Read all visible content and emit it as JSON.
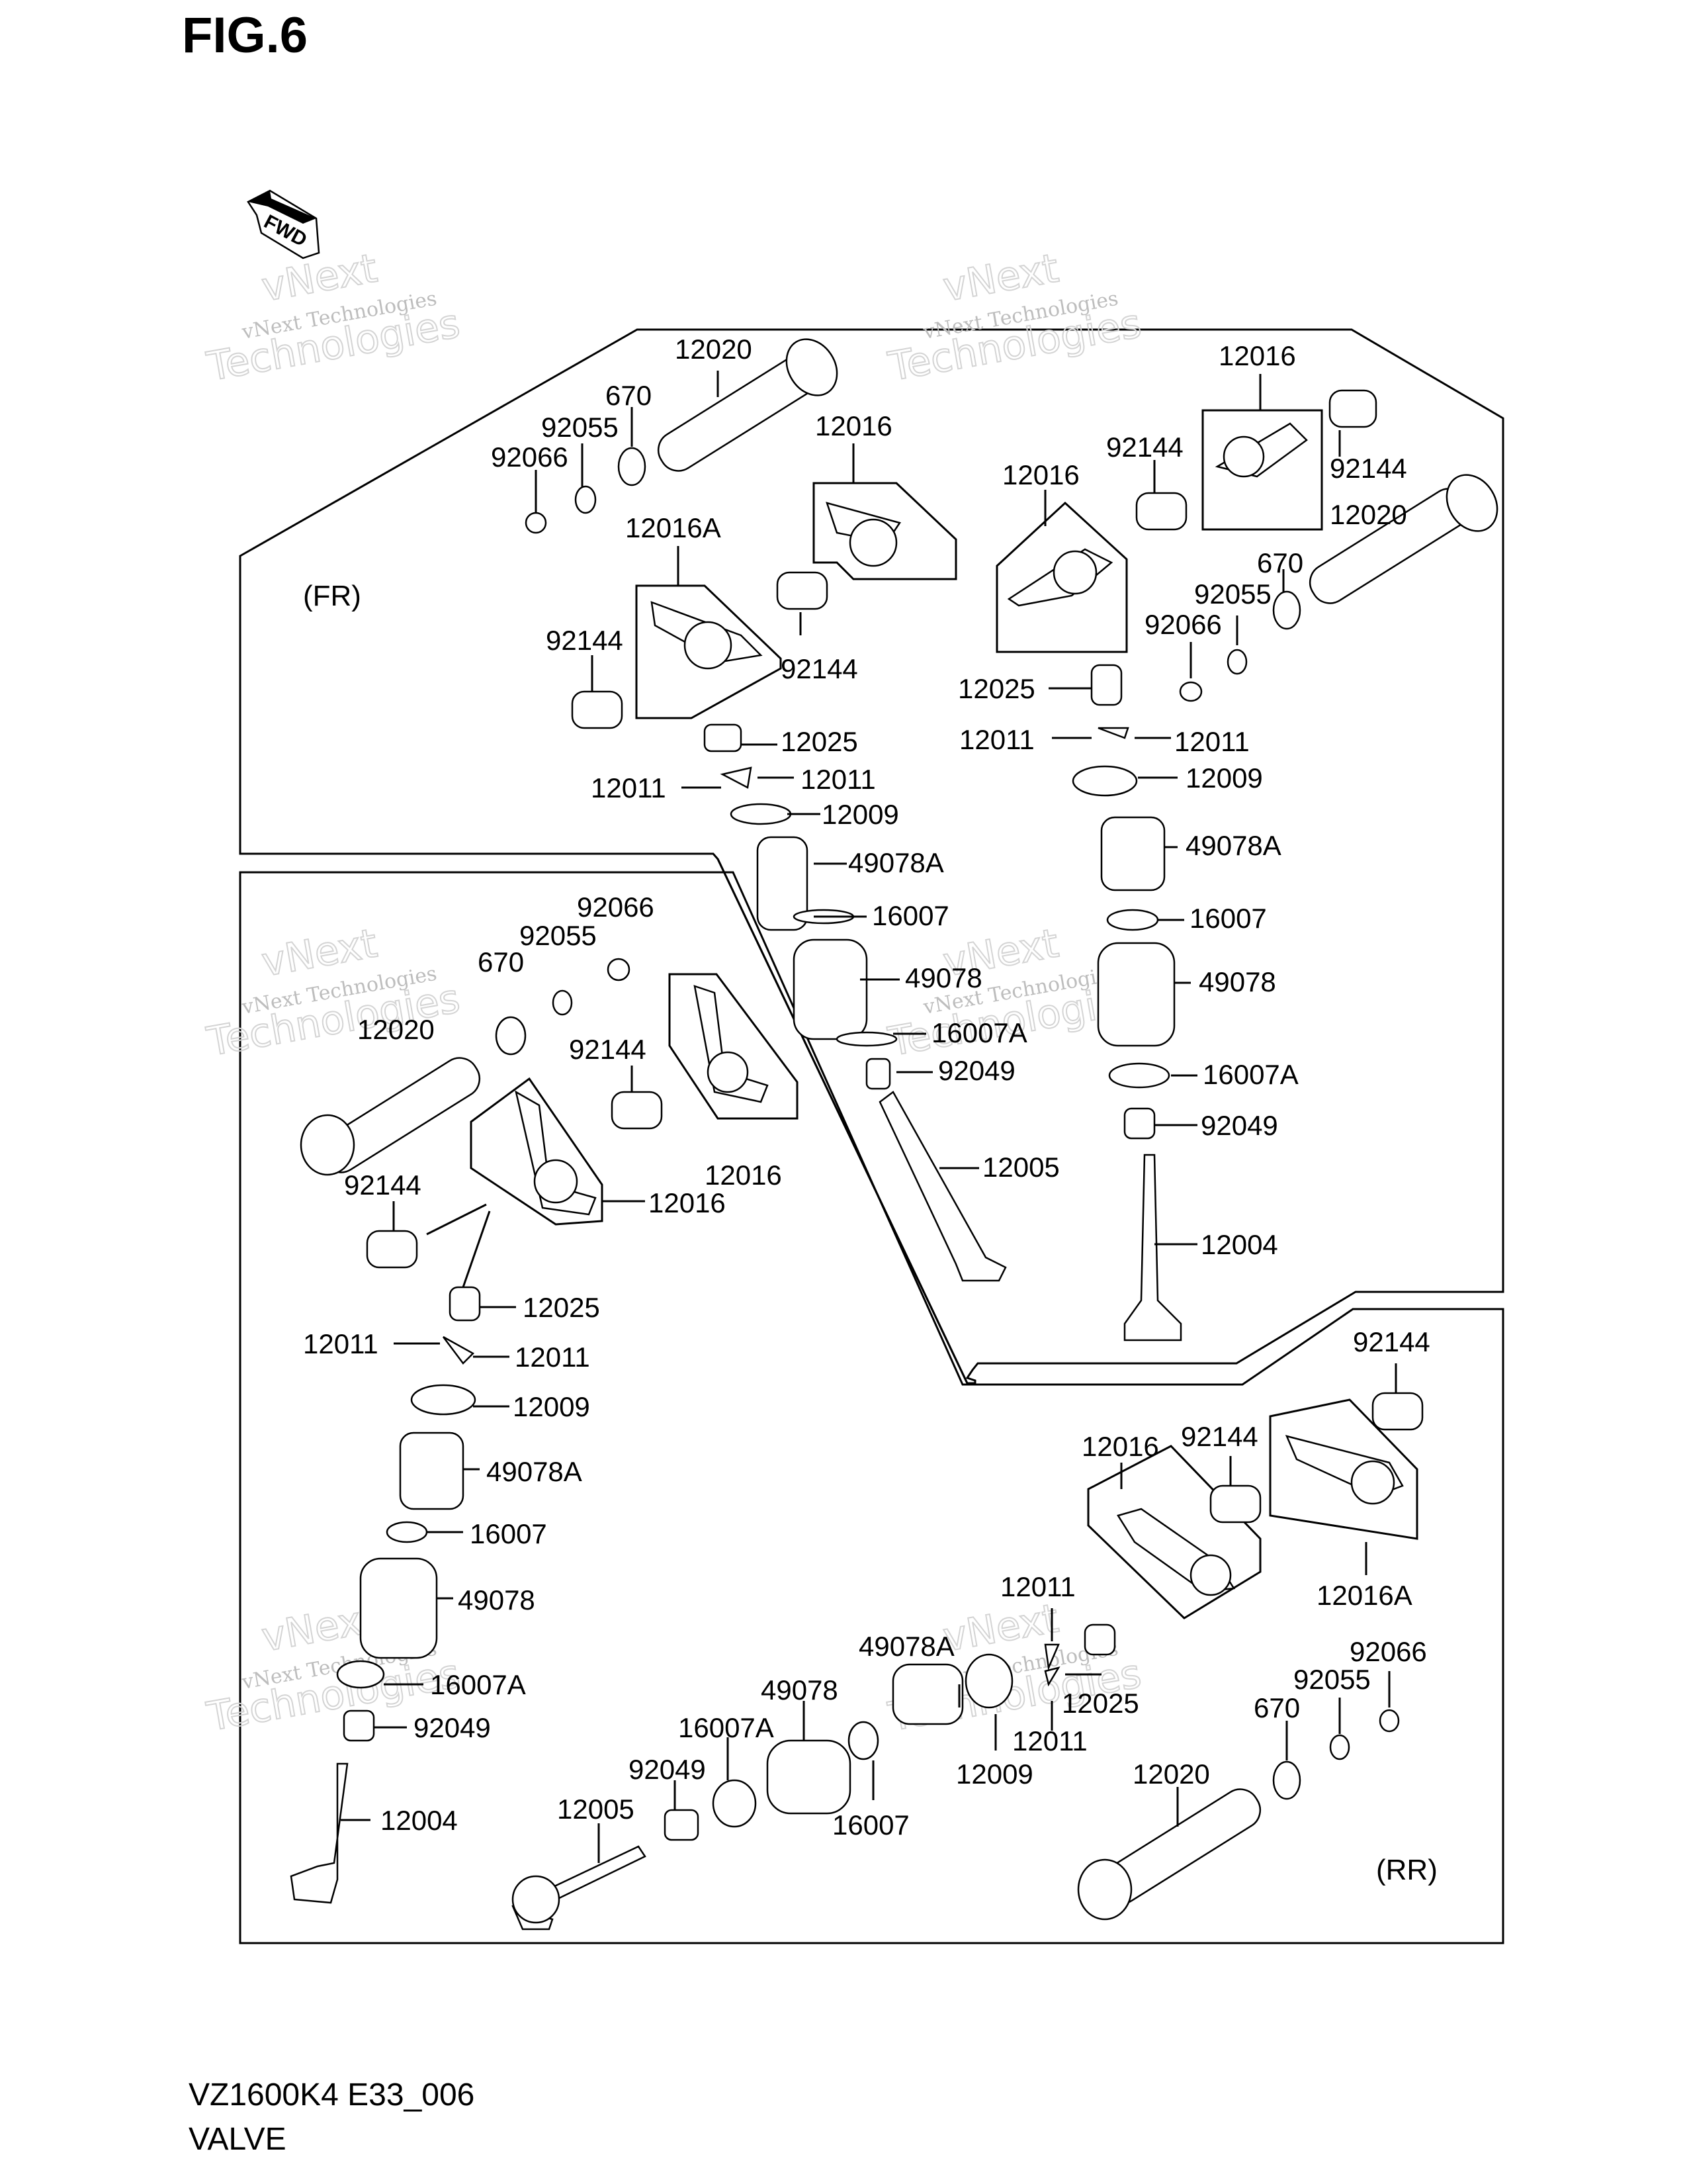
{
  "figure": {
    "title": "FIG.6"
  },
  "footer": {
    "code": "VZ1600K4 E33_006",
    "name": "VALVE"
  },
  "fwd_label": "FWD",
  "section_labels": {
    "front": "(FR)",
    "rear": "(RR)"
  },
  "watermark": {
    "line1": "vNext Technologies",
    "line2": "vNext",
    "line3": "Technologies"
  },
  "parts": {
    "p12020": "12020",
    "p670": "670",
    "p92055": "92055",
    "p92066": "92066",
    "p12016": "12016",
    "p12016A": "12016A",
    "p92144": "92144",
    "p12025": "12025",
    "p12011": "12011",
    "p12009": "12009",
    "p49078A": "49078A",
    "p16007": "16007",
    "p49078": "49078",
    "p16007A": "16007A",
    "p92049": "92049",
    "p12005": "12005",
    "p12004": "12004"
  },
  "colors": {
    "ink": "#000000",
    "paper": "#ffffff",
    "watermark": "#c8c8c8"
  }
}
